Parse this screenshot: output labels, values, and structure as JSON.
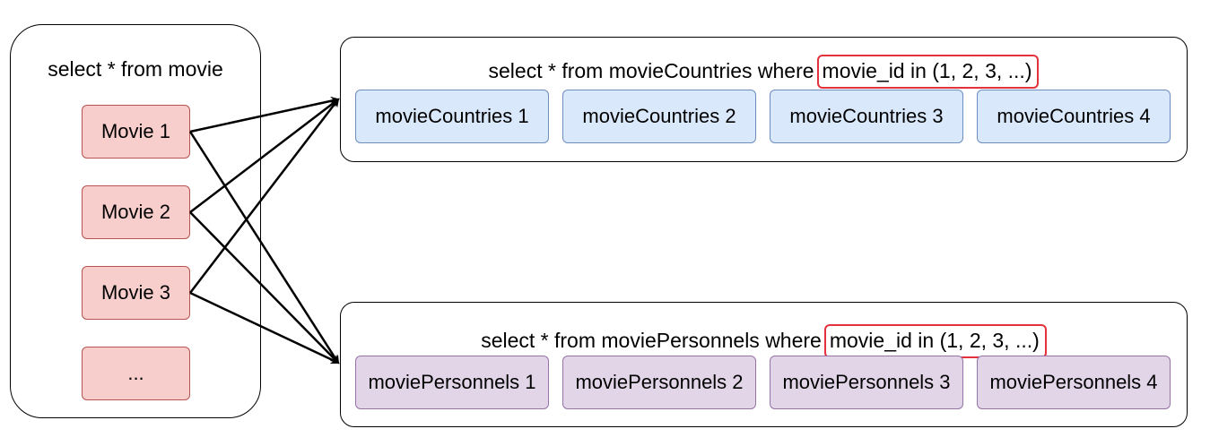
{
  "movie_query": {
    "title": "select * from movie",
    "items": [
      "Movie 1",
      "Movie 2",
      "Movie 3",
      "..."
    ]
  },
  "countries_query": {
    "prefix": "select * from movieCountries where",
    "highlight": "movie_id in (1, 2, 3, ...)",
    "items": [
      "movieCountries 1",
      "movieCountries 2",
      "movieCountries 3",
      "movieCountries 4"
    ]
  },
  "personnels_query": {
    "prefix": "select * from moviePersonnels where",
    "highlight": "movie_id in (1, 2, 3, ...)",
    "items": [
      "moviePersonnels 1",
      "moviePersonnels 2",
      "moviePersonnels 3",
      "moviePersonnels 4"
    ]
  },
  "colors": {
    "movie_fill": "#f8cecc",
    "movie_stroke": "#b85450",
    "countries_fill": "#dae8fc",
    "countries_stroke": "#6c8ebf",
    "personnels_fill": "#e1d5e7",
    "personnels_stroke": "#9673a6",
    "highlight_border": "#e3323c"
  }
}
